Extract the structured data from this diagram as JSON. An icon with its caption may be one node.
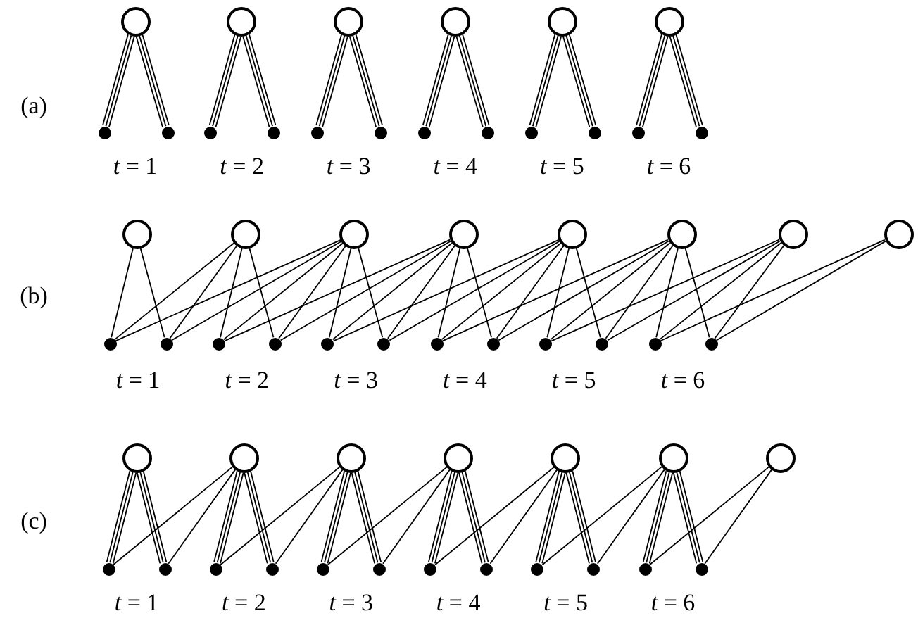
{
  "diagram": {
    "nodes": [
      {
        "text": [],
        "shape": "circle"
      },
      {
        "text": [],
        "shape": "circle"
      },
      {
        "text": [],
        "shape": "circle"
      },
      {
        "text": [],
        "shape": "circle"
      },
      {
        "text": [],
        "shape": "circle"
      },
      {
        "text": [],
        "shape": "circle"
      },
      {
        "text": [],
        "shape": "dot"
      },
      {
        "text": [],
        "shape": "dot"
      },
      {
        "text": [],
        "shape": "dot"
      },
      {
        "text": [],
        "shape": "dot"
      },
      {
        "text": [],
        "shape": "dot"
      },
      {
        "text": [],
        "shape": "dot"
      },
      {
        "text": [],
        "shape": "dot"
      },
      {
        "text": [],
        "shape": "dot"
      },
      {
        "text": [],
        "shape": "dot"
      },
      {
        "text": [],
        "shape": "dot"
      },
      {
        "text": [],
        "shape": "dot"
      },
      {
        "text": [],
        "shape": "dot"
      },
      {
        "text": [],
        "shape": "circle"
      },
      {
        "text": [],
        "shape": "circle"
      },
      {
        "text": [],
        "shape": "circle"
      },
      {
        "text": [],
        "shape": "circle"
      },
      {
        "text": [],
        "shape": "circle"
      },
      {
        "text": [],
        "shape": "circle"
      },
      {
        "text": [],
        "shape": "circle"
      },
      {
        "text": [],
        "shape": "circle"
      },
      {
        "text": [],
        "shape": "dot"
      },
      {
        "text": [],
        "shape": "dot"
      },
      {
        "text": [],
        "shape": "dot"
      },
      {
        "text": [],
        "shape": "dot"
      },
      {
        "text": [],
        "shape": "dot"
      },
      {
        "text": [],
        "shape": "dot"
      },
      {
        "text": [],
        "shape": "dot"
      },
      {
        "text": [],
        "shape": "dot"
      },
      {
        "text": [],
        "shape": "dot"
      },
      {
        "text": [],
        "shape": "dot"
      },
      {
        "text": [],
        "shape": "dot"
      },
      {
        "text": [],
        "shape": "dot"
      },
      {
        "text": [],
        "shape": "circle"
      },
      {
        "text": [],
        "shape": "circle"
      },
      {
        "text": [],
        "shape": "circle"
      },
      {
        "text": [],
        "shape": "circle"
      },
      {
        "text": [],
        "shape": "circle"
      },
      {
        "text": [],
        "shape": "circle"
      },
      {
        "text": [],
        "shape": "circle"
      },
      {
        "text": [],
        "shape": "dot"
      },
      {
        "text": [],
        "shape": "dot"
      },
      {
        "text": [],
        "shape": "dot"
      },
      {
        "text": [],
        "shape": "dot"
      },
      {
        "text": [],
        "shape": "dot"
      },
      {
        "text": [],
        "shape": "dot"
      },
      {
        "text": [],
        "shape": "dot"
      },
      {
        "text": [],
        "shape": "dot"
      },
      {
        "text": [],
        "shape": "dot"
      },
      {
        "text": [],
        "shape": "dot"
      },
      {
        "text": [],
        "shape": "dot"
      },
      {
        "text": [],
        "shape": "dot"
      }
    ],
    "edges": [
      {
        "from": 0,
        "to": 6,
        "arrow": "none"
      },
      {
        "from": 0,
        "to": 6,
        "arrow": "none"
      },
      {
        "from": 0,
        "to": 6,
        "arrow": "none"
      },
      {
        "from": 0,
        "to": 7,
        "arrow": "none"
      },
      {
        "from": 0,
        "to": 7,
        "arrow": "none"
      },
      {
        "from": 0,
        "to": 7,
        "arrow": "none"
      },
      {
        "from": 1,
        "to": 8,
        "arrow": "none"
      },
      {
        "from": 1,
        "to": 8,
        "arrow": "none"
      },
      {
        "from": 1,
        "to": 8,
        "arrow": "none"
      },
      {
        "from": 1,
        "to": 9,
        "arrow": "none"
      },
      {
        "from": 1,
        "to": 9,
        "arrow": "none"
      },
      {
        "from": 1,
        "to": 9,
        "arrow": "none"
      },
      {
        "from": 2,
        "to": 10,
        "arrow": "none"
      },
      {
        "from": 2,
        "to": 10,
        "arrow": "none"
      },
      {
        "from": 2,
        "to": 10,
        "arrow": "none"
      },
      {
        "from": 2,
        "to": 11,
        "arrow": "none"
      },
      {
        "from": 2,
        "to": 11,
        "arrow": "none"
      },
      {
        "from": 2,
        "to": 11,
        "arrow": "none"
      },
      {
        "from": 3,
        "to": 12,
        "arrow": "none"
      },
      {
        "from": 3,
        "to": 12,
        "arrow": "none"
      },
      {
        "from": 3,
        "to": 12,
        "arrow": "none"
      },
      {
        "from": 3,
        "to": 13,
        "arrow": "none"
      },
      {
        "from": 3,
        "to": 13,
        "arrow": "none"
      },
      {
        "from": 3,
        "to": 13,
        "arrow": "none"
      },
      {
        "from": 4,
        "to": 14,
        "arrow": "none"
      },
      {
        "from": 4,
        "to": 14,
        "arrow": "none"
      },
      {
        "from": 4,
        "to": 14,
        "arrow": "none"
      },
      {
        "from": 4,
        "to": 15,
        "arrow": "none"
      },
      {
        "from": 4,
        "to": 15,
        "arrow": "none"
      },
      {
        "from": 4,
        "to": 15,
        "arrow": "none"
      },
      {
        "from": 5,
        "to": 16,
        "arrow": "none"
      },
      {
        "from": 5,
        "to": 16,
        "arrow": "none"
      },
      {
        "from": 5,
        "to": 16,
        "arrow": "none"
      },
      {
        "from": 5,
        "to": 17,
        "arrow": "none"
      },
      {
        "from": 5,
        "to": 17,
        "arrow": "none"
      },
      {
        "from": 5,
        "to": 17,
        "arrow": "none"
      },
      {
        "from": 18,
        "to": 26,
        "arrow": "none"
      },
      {
        "from": 18,
        "to": 27,
        "arrow": "none"
      },
      {
        "from": 19,
        "to": 26,
        "arrow": "none"
      },
      {
        "from": 19,
        "to": 27,
        "arrow": "none"
      },
      {
        "from": 19,
        "to": 28,
        "arrow": "none"
      },
      {
        "from": 19,
        "to": 29,
        "arrow": "none"
      },
      {
        "from": 20,
        "to": 26,
        "arrow": "none"
      },
      {
        "from": 20,
        "to": 27,
        "arrow": "none"
      },
      {
        "from": 20,
        "to": 28,
        "arrow": "none"
      },
      {
        "from": 20,
        "to": 29,
        "arrow": "none"
      },
      {
        "from": 20,
        "to": 30,
        "arrow": "none"
      },
      {
        "from": 20,
        "to": 31,
        "arrow": "none"
      },
      {
        "from": 21,
        "to": 28,
        "arrow": "none"
      },
      {
        "from": 21,
        "to": 29,
        "arrow": "none"
      },
      {
        "from": 21,
        "to": 30,
        "arrow": "none"
      },
      {
        "from": 21,
        "to": 31,
        "arrow": "none"
      },
      {
        "from": 21,
        "to": 32,
        "arrow": "none"
      },
      {
        "from": 21,
        "to": 33,
        "arrow": "none"
      },
      {
        "from": 22,
        "to": 30,
        "arrow": "none"
      },
      {
        "from": 22,
        "to": 31,
        "arrow": "none"
      },
      {
        "from": 22,
        "to": 32,
        "arrow": "none"
      },
      {
        "from": 22,
        "to": 33,
        "arrow": "none"
      },
      {
        "from": 22,
        "to": 34,
        "arrow": "none"
      },
      {
        "from": 22,
        "to": 35,
        "arrow": "none"
      },
      {
        "from": 23,
        "to": 32,
        "arrow": "none"
      },
      {
        "from": 23,
        "to": 33,
        "arrow": "none"
      },
      {
        "from": 23,
        "to": 34,
        "arrow": "none"
      },
      {
        "from": 23,
        "to": 35,
        "arrow": "none"
      },
      {
        "from": 23,
        "to": 36,
        "arrow": "none"
      },
      {
        "from": 23,
        "to": 37,
        "arrow": "none"
      },
      {
        "from": 24,
        "to": 34,
        "arrow": "none"
      },
      {
        "from": 24,
        "to": 35,
        "arrow": "none"
      },
      {
        "from": 24,
        "to": 36,
        "arrow": "none"
      },
      {
        "from": 24,
        "to": 37,
        "arrow": "none"
      },
      {
        "from": 25,
        "to": 36,
        "arrow": "none"
      },
      {
        "from": 25,
        "to": 37,
        "arrow": "none"
      },
      {
        "from": 38,
        "to": 45,
        "arrow": "none"
      },
      {
        "from": 38,
        "to": 45,
        "arrow": "none"
      },
      {
        "from": 38,
        "to": 45,
        "arrow": "none"
      },
      {
        "from": 38,
        "to": 46,
        "arrow": "none"
      },
      {
        "from": 38,
        "to": 46,
        "arrow": "none"
      },
      {
        "from": 38,
        "to": 46,
        "arrow": "none"
      },
      {
        "from": 39,
        "to": 45,
        "arrow": "none"
      },
      {
        "from": 39,
        "to": 46,
        "arrow": "none"
      },
      {
        "from": 39,
        "to": 47,
        "arrow": "none"
      },
      {
        "from": 39,
        "to": 47,
        "arrow": "none"
      },
      {
        "from": 39,
        "to": 47,
        "arrow": "none"
      },
      {
        "from": 39,
        "to": 48,
        "arrow": "none"
      },
      {
        "from": 39,
        "to": 48,
        "arrow": "none"
      },
      {
        "from": 39,
        "to": 48,
        "arrow": "none"
      },
      {
        "from": 40,
        "to": 47,
        "arrow": "none"
      },
      {
        "from": 40,
        "to": 48,
        "arrow": "none"
      },
      {
        "from": 40,
        "to": 49,
        "arrow": "none"
      },
      {
        "from": 40,
        "to": 49,
        "arrow": "none"
      },
      {
        "from": 40,
        "to": 49,
        "arrow": "none"
      },
      {
        "from": 40,
        "to": 50,
        "arrow": "none"
      },
      {
        "from": 40,
        "to": 50,
        "arrow": "none"
      },
      {
        "from": 40,
        "to": 50,
        "arrow": "none"
      },
      {
        "from": 41,
        "to": 49,
        "arrow": "none"
      },
      {
        "from": 41,
        "to": 50,
        "arrow": "none"
      },
      {
        "from": 41,
        "to": 51,
        "arrow": "none"
      },
      {
        "from": 41,
        "to": 51,
        "arrow": "none"
      },
      {
        "from": 41,
        "to": 51,
        "arrow": "none"
      },
      {
        "from": 41,
        "to": 52,
        "arrow": "none"
      },
      {
        "from": 41,
        "to": 52,
        "arrow": "none"
      },
      {
        "from": 41,
        "to": 52,
        "arrow": "none"
      },
      {
        "from": 42,
        "to": 51,
        "arrow": "none"
      },
      {
        "from": 42,
        "to": 52,
        "arrow": "none"
      },
      {
        "from": 42,
        "to": 53,
        "arrow": "none"
      },
      {
        "from": 42,
        "to": 53,
        "arrow": "none"
      },
      {
        "from": 42,
        "to": 53,
        "arrow": "none"
      },
      {
        "from": 42,
        "to": 54,
        "arrow": "none"
      },
      {
        "from": 42,
        "to": 54,
        "arrow": "none"
      },
      {
        "from": 42,
        "to": 54,
        "arrow": "none"
      },
      {
        "from": 43,
        "to": 53,
        "arrow": "none"
      },
      {
        "from": 43,
        "to": 54,
        "arrow": "none"
      },
      {
        "from": 43,
        "to": 55,
        "arrow": "none"
      },
      {
        "from": 43,
        "to": 55,
        "arrow": "none"
      },
      {
        "from": 43,
        "to": 55,
        "arrow": "none"
      },
      {
        "from": 43,
        "to": 56,
        "arrow": "none"
      },
      {
        "from": 43,
        "to": 56,
        "arrow": "none"
      },
      {
        "from": 43,
        "to": 56,
        "arrow": "none"
      },
      {
        "from": 44,
        "to": 55,
        "arrow": "none"
      },
      {
        "from": 44,
        "to": 56,
        "arrow": "none"
      }
    ],
    "labels": [
      "(a)",
      "*t* = 1",
      "*t* = 2",
      "*t* = 3",
      "*t* = 4",
      "*t* = 5",
      "*t* = 6",
      "(b)",
      "*t* = 1",
      "*t* = 2",
      "*t* = 3",
      "*t* = 4",
      "*t* = 5",
      "*t* = 6",
      "(c)",
      "*t* = 1",
      "*t* = 2",
      "*t* = 3",
      "*t* = 4",
      "*t* = 5",
      "*t* = 6"
    ]
  }
}
